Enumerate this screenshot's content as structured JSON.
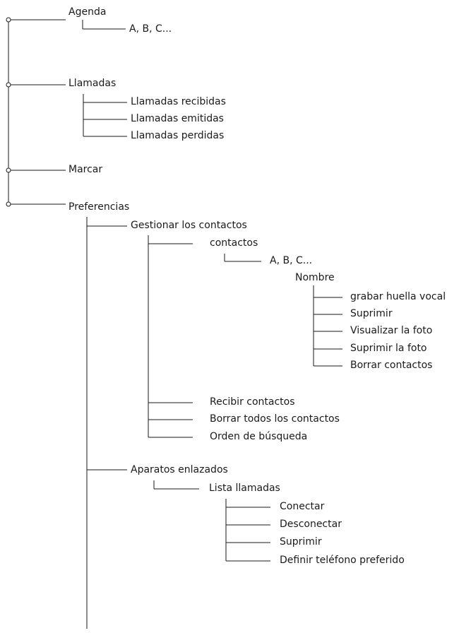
{
  "menu": {
    "agenda": {
      "label": "Agenda",
      "abc": "A, B, C..."
    },
    "llamadas": {
      "label": "Llamadas",
      "items": [
        "Llamadas recibidas",
        "Llamadas emitidas",
        "Llamadas perdidas"
      ]
    },
    "marcar": {
      "label": "Marcar"
    },
    "preferencias": {
      "label": "Preferencias",
      "gestionar": {
        "label": "Gestionar los contactos",
        "contactos": {
          "label": "contactos",
          "abc": "A, B, C...",
          "nombre": {
            "label": "Nombre",
            "items": [
              "grabar huella vocal",
              "Suprimir",
              "Visualizar la foto",
              "Suprimir la foto",
              "Borrar contactos"
            ]
          }
        },
        "items": [
          "Recibir contactos",
          "Borrar todos los contactos",
          "Orden de búsqueda"
        ]
      },
      "aparatos": {
        "label": "Aparatos enlazados",
        "lista": {
          "label": "Lista llamadas",
          "items": [
            "Conectar",
            "Desconectar",
            "Suprimir",
            "Definir teléfono preferido"
          ]
        }
      }
    }
  }
}
